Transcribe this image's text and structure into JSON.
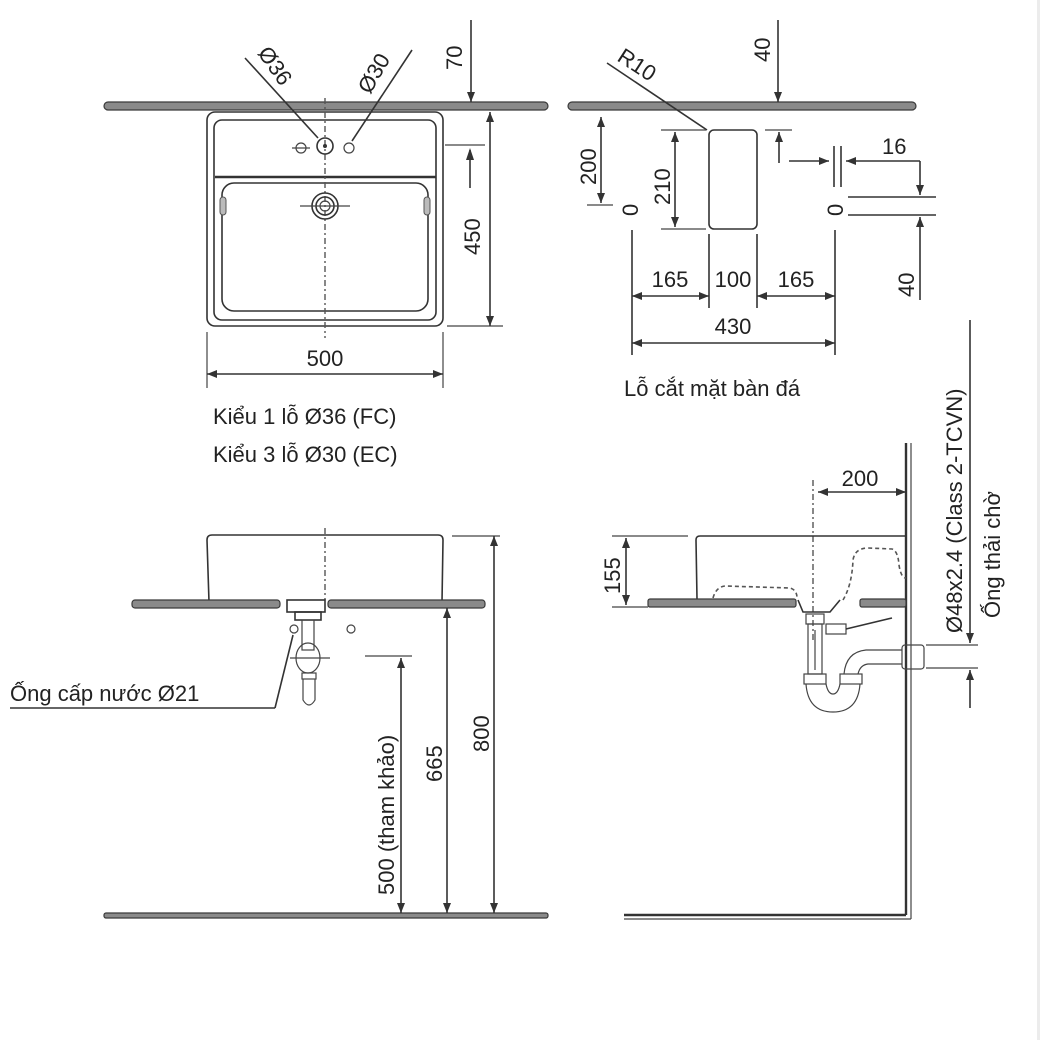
{
  "plan_view": {
    "hole_labels": {
      "left": "Ø36",
      "right": "Ø30"
    },
    "dims": {
      "top_offset": "70",
      "width": "500",
      "depth": "450"
    },
    "captions": [
      "Kiểu 1 lỗ Ø36 (FC)",
      "Kiểu 3 lỗ Ø30 (EC)"
    ]
  },
  "cutout_view": {
    "radius_label": "R10",
    "dims": {
      "top_offset": "40",
      "from_edge": "200",
      "cut_depth": "210",
      "left_margin": "165",
      "cut_width": "100",
      "right_margin": "165",
      "total_width": "430",
      "slab_gap": "16",
      "slab_thickness": "40",
      "zero_left": "0",
      "zero_right": "0"
    },
    "caption": "Lỗ cắt mặt bàn đá"
  },
  "front_elevation": {
    "supply_label": "Ống cấp nước Ø21",
    "dims": {
      "supply_height": "500 (tham khảo)",
      "counter_height": "665",
      "total_height": "800"
    }
  },
  "side_elevation": {
    "dims": {
      "basin_height": "155",
      "wall_offset": "200"
    },
    "drain_label": "Ø48x2.4 (Class 2-TCVN)",
    "drain_caption": "Ống thải chờ"
  },
  "colors": {
    "line": "#333333",
    "slab_fill": "#8a8a8a",
    "background": "#ffffff"
  }
}
